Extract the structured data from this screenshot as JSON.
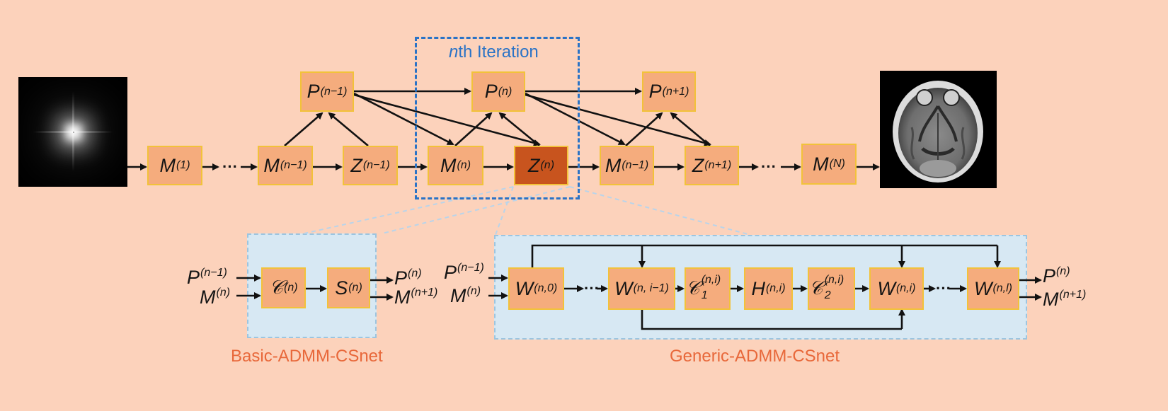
{
  "iteration_title": "nth Iteration",
  "iteration_title_parts": {
    "italic": "n",
    "rest": "th Iteration"
  },
  "nodes": {
    "m1": {
      "base": "M",
      "sup": "(1)"
    },
    "m_nm1": {
      "base": "M",
      "sup": "(n−1)"
    },
    "z_nm1": {
      "base": "Z",
      "sup": "(n−1)"
    },
    "p_nm1": {
      "base": "P",
      "sup": "(n−1)"
    },
    "m_n": {
      "base": "M",
      "sup": "(n)"
    },
    "z_n": {
      "base": "Z",
      "sup": "(n)"
    },
    "p_n": {
      "base": "P",
      "sup": "(n)"
    },
    "m_after": {
      "base": "M",
      "sup": "(n−1)"
    },
    "z_np1": {
      "base": "Z",
      "sup": "(n+1)"
    },
    "p_np1": {
      "base": "P",
      "sup": "(n+1)"
    },
    "m_N": {
      "base": "M",
      "sup": "(N)"
    }
  },
  "ellipsis": "···",
  "basic": {
    "caption": "Basic-ADMM-CSnet",
    "in_p": {
      "base": "P",
      "sup": "(n−1)"
    },
    "in_m": {
      "base": "M",
      "sup": "(n)"
    },
    "c": {
      "base": "𝒞",
      "sup": "(n)"
    },
    "s": {
      "base": "S",
      "sup": "(n)"
    },
    "out_p": {
      "base": "P",
      "sup": "(n)"
    },
    "out_m": {
      "base": "M",
      "sup": "(n+1)"
    }
  },
  "generic": {
    "caption": "Generic-ADMM-CSnet",
    "in_p": {
      "base": "P",
      "sup": "(n−1)"
    },
    "in_m": {
      "base": "M",
      "sup": "(n)"
    },
    "w0": {
      "base": "W",
      "sup": "(n,0)"
    },
    "wim1": {
      "base": "W",
      "sup": "(n, i−1)"
    },
    "c1": {
      "base": "𝒞",
      "sup": "(n,i)",
      "sub": "1"
    },
    "h": {
      "base": "H",
      "sup": "(n,i)"
    },
    "c2": {
      "base": "𝒞",
      "sup": "(n,i)",
      "sub": "2"
    },
    "wi": {
      "base": "W",
      "sup": "(n,i)"
    },
    "wl": {
      "base": "W",
      "sup": "(n,l)"
    },
    "out_p": {
      "base": "P",
      "sup": "(n)"
    },
    "out_m": {
      "base": "M",
      "sup": "(n+1)"
    }
  },
  "images": [
    {
      "name": "k-space-image",
      "description_icon": "k-space-spectrum-icon"
    },
    {
      "name": "mri-image",
      "description_icon": "brain-mri-icon"
    }
  ],
  "colors": {
    "background": "#fcd2bb",
    "node_fill": "#f5ac7d",
    "node_border": "#f2c23a",
    "highlight_node": "#c8541e",
    "iteration_box": "#2a73c6",
    "panel_fill": "#d7e8f3",
    "caption": "#e8683a"
  }
}
